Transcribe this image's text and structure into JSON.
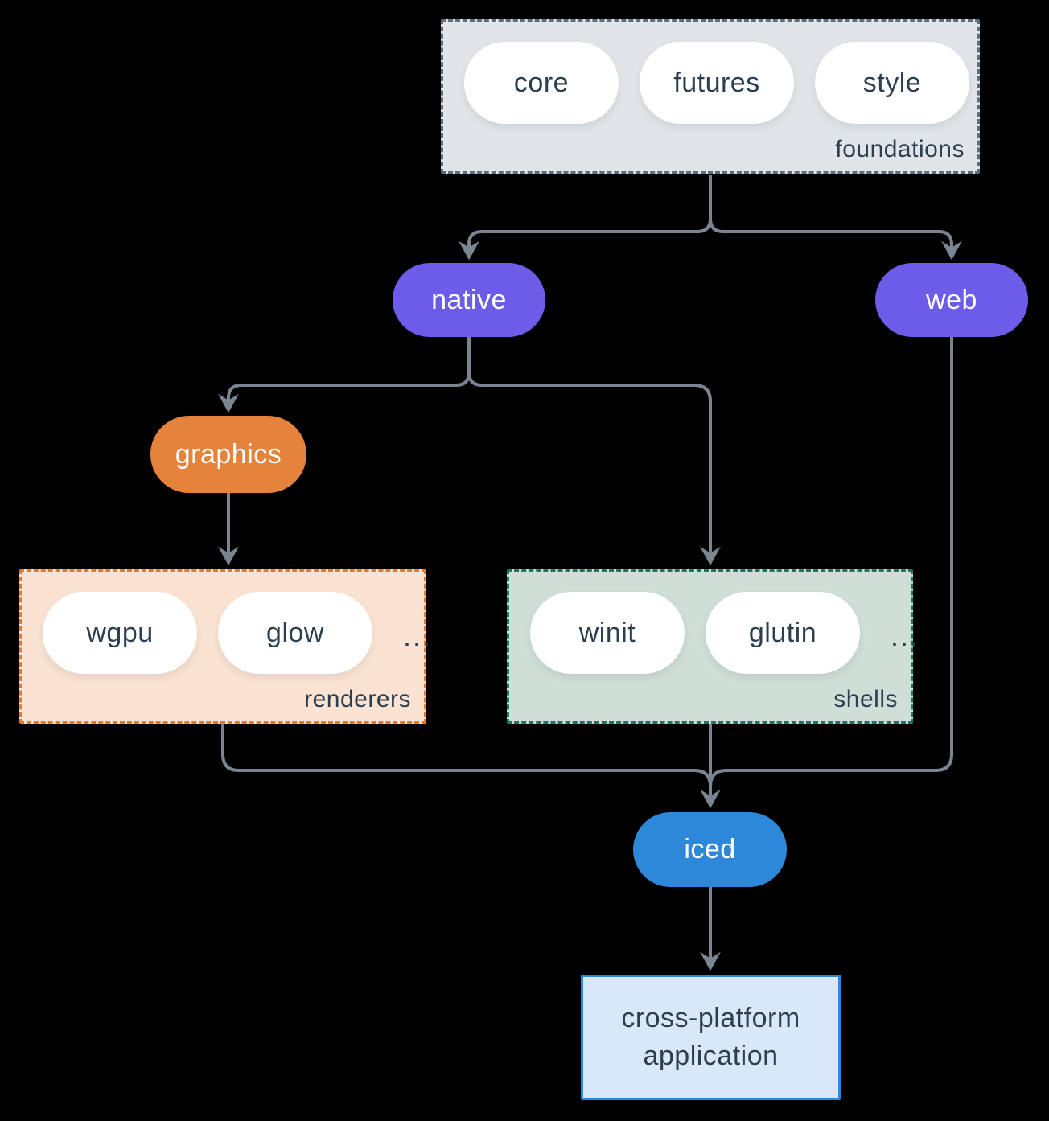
{
  "colors": {
    "background": "#000000",
    "connector": "#7a8591",
    "purple_node": "#6c5ce8",
    "orange_node": "#e5823c",
    "blue_node": "#2e88d9",
    "foundations_bg": "#e1e5e9",
    "foundations_border": "#5e6e7e",
    "renderers_bg": "#fae3d2",
    "renderers_border": "#e67a26",
    "shells_bg": "#cfdfd7",
    "shells_border": "#177a63",
    "app_bg": "#d8e8f8",
    "app_border": "#2e88d9",
    "text_dark": "#2d3e4f",
    "text_light": "#ffffff"
  },
  "groups": {
    "foundations": {
      "label": "foundations",
      "pills": [
        "core",
        "futures",
        "style"
      ]
    },
    "renderers": {
      "label": "renderers",
      "pills": [
        "wgpu",
        "glow"
      ],
      "ellipsis": "..."
    },
    "shells": {
      "label": "shells",
      "pills": [
        "winit",
        "glutin"
      ],
      "ellipsis": "..."
    }
  },
  "nodes": {
    "native": "native",
    "web": "web",
    "graphics": "graphics",
    "iced": "iced",
    "app_line1": "cross-platform",
    "app_line2": "application"
  }
}
